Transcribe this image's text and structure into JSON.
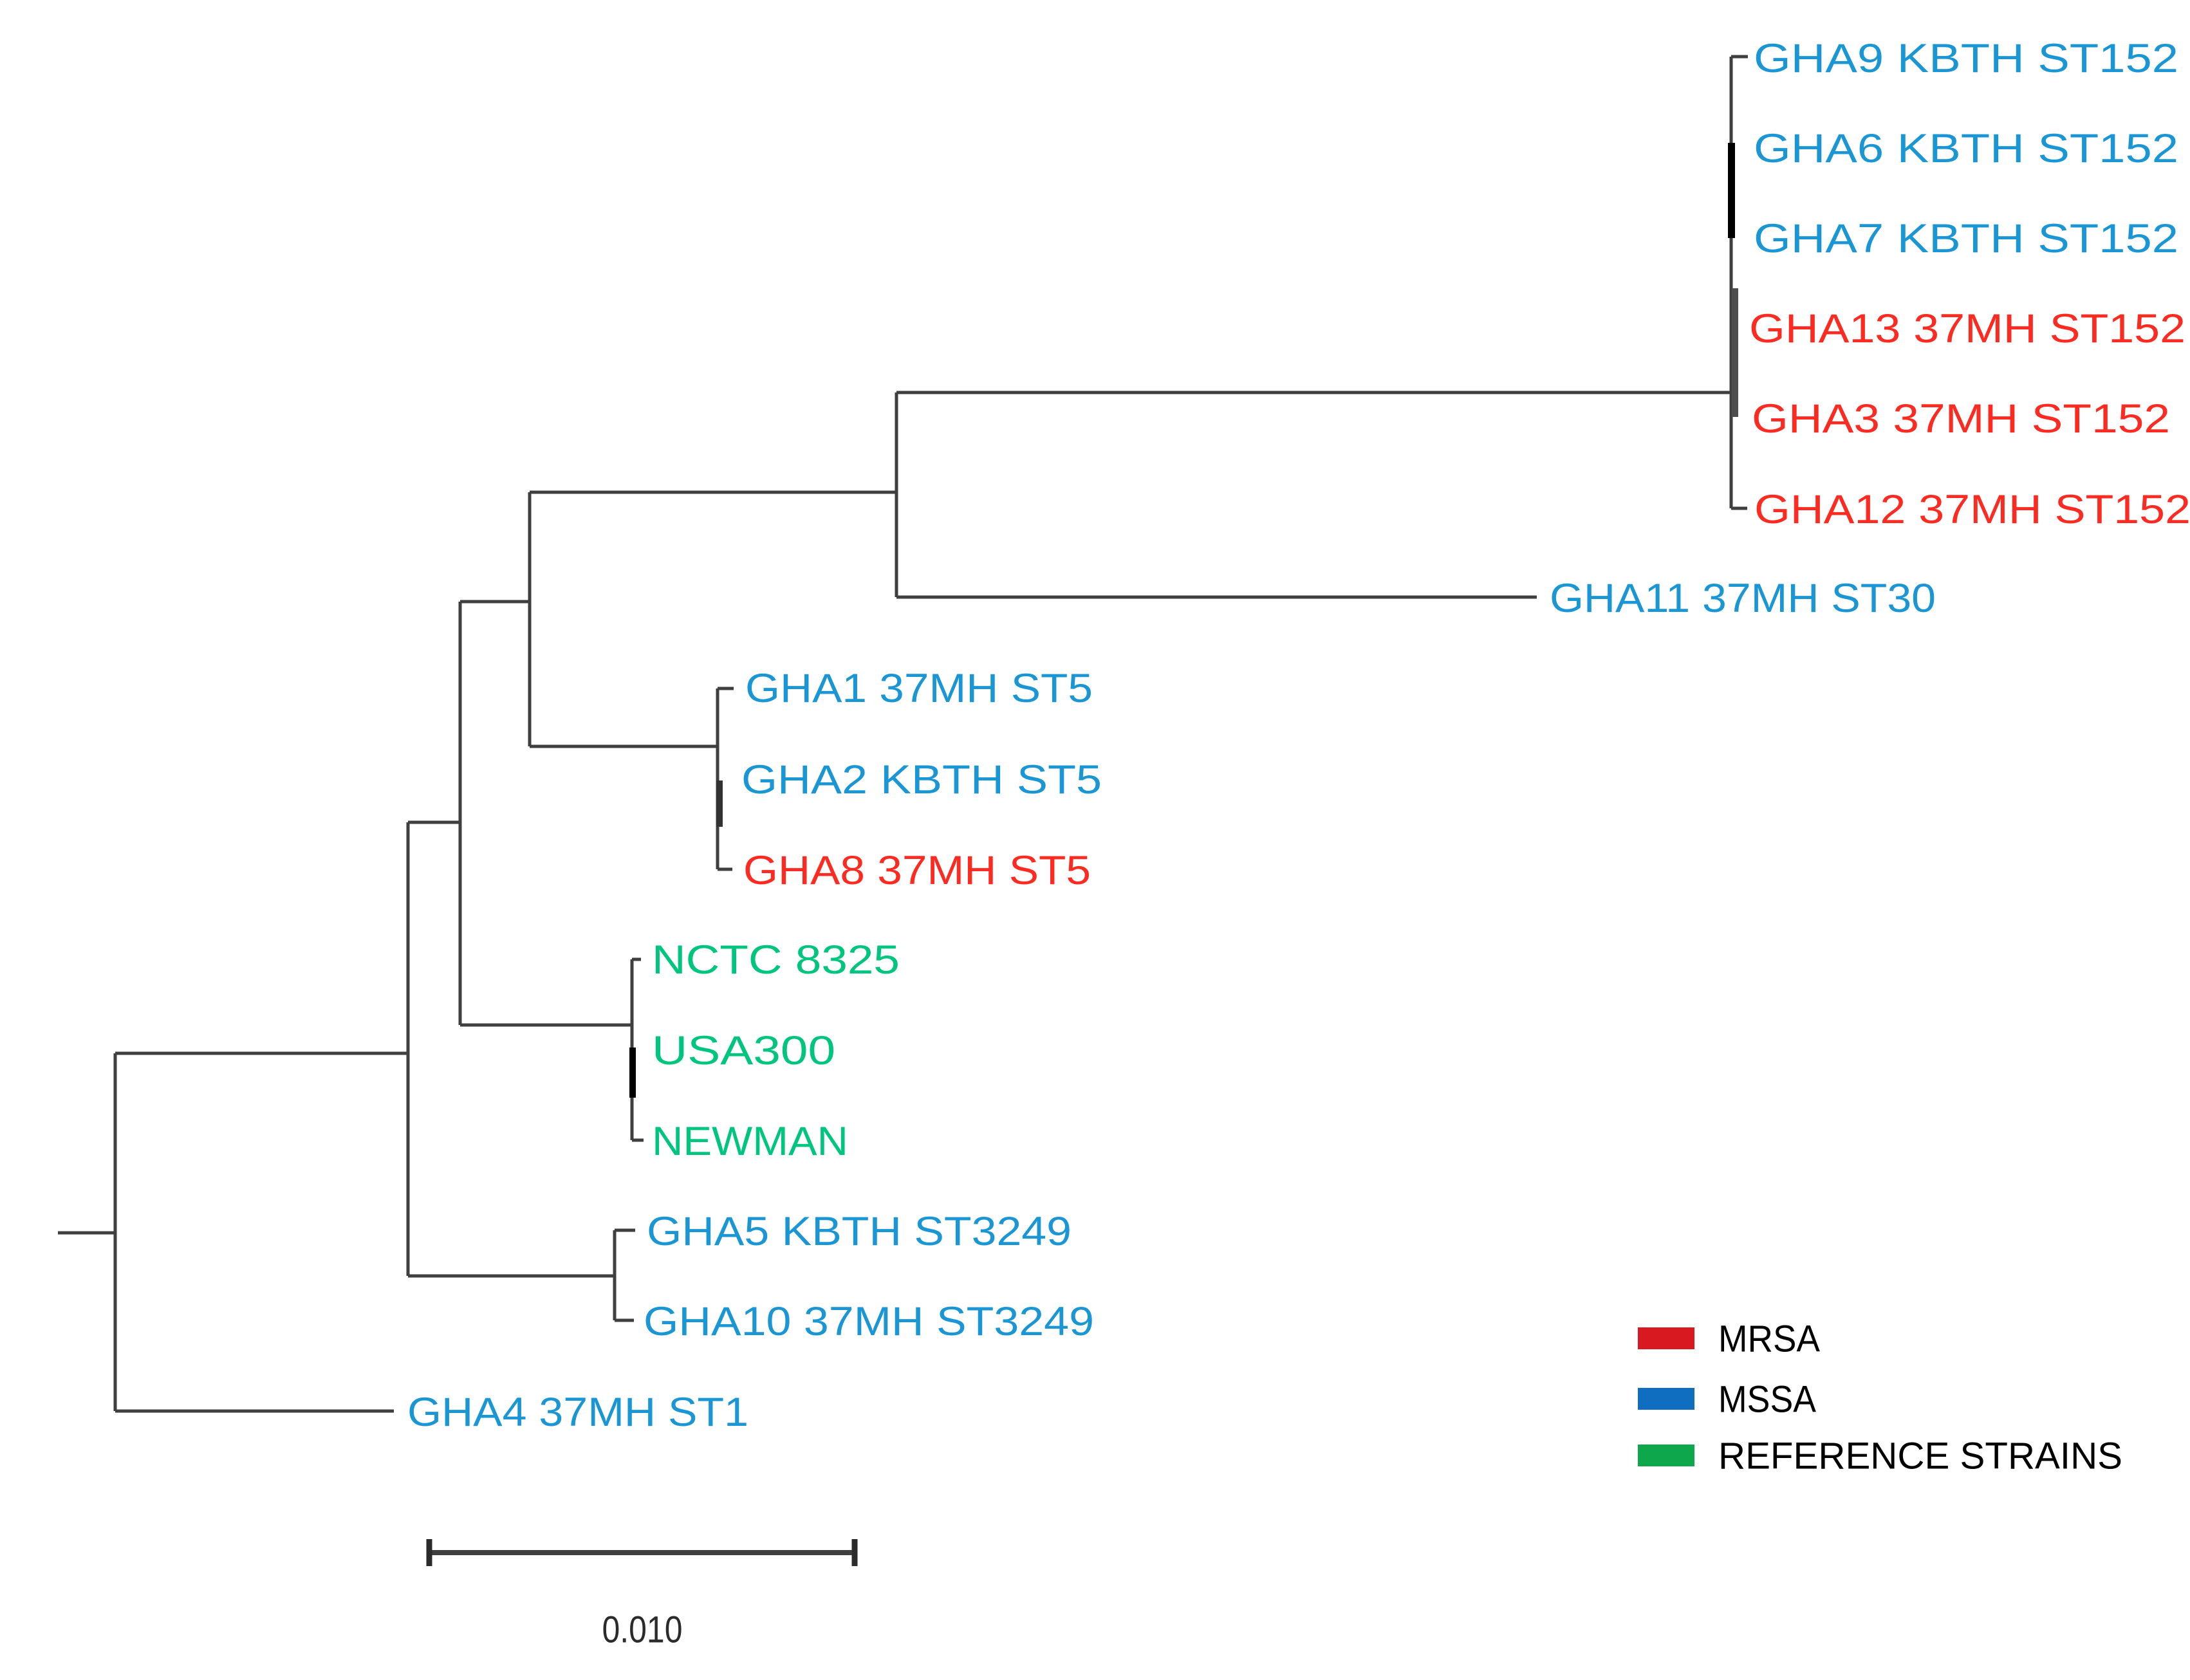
{
  "figure": {
    "kind": "phylogenetic-tree",
    "colors": {
      "branch": "#3f3f3f",
      "taxon_blue": "#1B96D5",
      "taxon_red": "#FC2B21",
      "taxon_green": "#00C57E"
    }
  },
  "taxa": [
    {
      "label": "GHA9 KBTH ST152",
      "group": "MSSA",
      "color": "#1B96D5"
    },
    {
      "label": "GHA6 KBTH ST152",
      "group": "MSSA",
      "color": "#1B96D5"
    },
    {
      "label": "GHA7 KBTH ST152",
      "group": "MSSA",
      "color": "#1B96D5"
    },
    {
      "label": "GHA13 37MH ST152",
      "group": "MRSA",
      "color": "#FC2B21"
    },
    {
      "label": "GHA3 37MH ST152",
      "group": "MRSA",
      "color": "#FC2B21"
    },
    {
      "label": "GHA12 37MH ST152",
      "group": "MRSA",
      "color": "#FC2B21"
    },
    {
      "label": "GHA11 37MH ST30",
      "group": "MSSA",
      "color": "#1B96D5"
    },
    {
      "label": "GHA1 37MH ST5",
      "group": "MSSA",
      "color": "#1B96D5"
    },
    {
      "label": "GHA2 KBTH ST5",
      "group": "MSSA",
      "color": "#1B96D5"
    },
    {
      "label": "GHA8 37MH ST5",
      "group": "MRSA",
      "color": "#FC2B21"
    },
    {
      "label": "NCTC 8325",
      "group": "REFERENCE STRAINS",
      "color": "#00C57E"
    },
    {
      "label": "USA300",
      "group": "REFERENCE STRAINS",
      "color": "#00C57E"
    },
    {
      "label": "NEWMAN",
      "group": "REFERENCE STRAINS",
      "color": "#00C57E"
    },
    {
      "label": "GHA5 KBTH ST3249",
      "group": "MSSA",
      "color": "#1B96D5"
    },
    {
      "label": "GHA10 37MH ST3249",
      "group": "MSSA",
      "color": "#1B96D5"
    },
    {
      "label": "GHA4 37MH ST1",
      "group": "MSSA",
      "color": "#1B96D5"
    }
  ],
  "legend": {
    "items": [
      {
        "label": "MRSA",
        "color": "#D71920"
      },
      {
        "label": "MSSA",
        "color": "#0F6EC0"
      },
      {
        "label": "REFERENCE STRAINS",
        "color": "#0FA74B"
      }
    ]
  },
  "scale_bar": {
    "label": "0.010"
  }
}
